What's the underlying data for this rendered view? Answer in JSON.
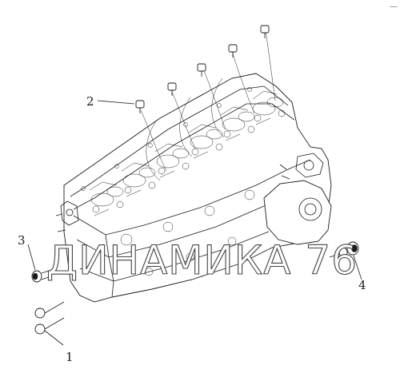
{
  "callouts": [
    {
      "id": "1",
      "label": "1"
    },
    {
      "id": "2",
      "label": "2"
    },
    {
      "id": "3",
      "label": "3"
    },
    {
      "id": "4",
      "label": "4"
    }
  ],
  "watermark": "ДИНАМИКА 76",
  "corner_mark": "—",
  "colors": {
    "line": "#1a1a1a",
    "background": "#ffffff"
  }
}
